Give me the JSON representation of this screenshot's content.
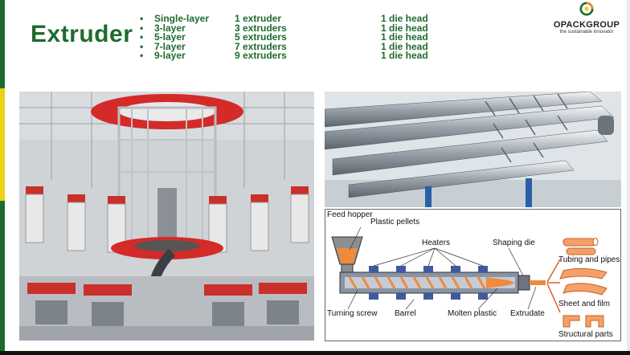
{
  "slide": {
    "title": "Extruder",
    "brand": {
      "name": "OPACKGROUP",
      "tagline": "the sustainable innovator"
    },
    "specs": [
      {
        "layers": "Single-layer",
        "extruders": "1 extruder",
        "die": "1 die head"
      },
      {
        "layers": "3-layer",
        "extruders": "3 extruders",
        "die": "1 die head"
      },
      {
        "layers": "5-layer",
        "extruders": "5 extruders",
        "die": "1 die head"
      },
      {
        "layers": "7-layer",
        "extruders": "7 extruders",
        "die": "1 die head"
      },
      {
        "layers": "9-layer",
        "extruders": "9 extruders",
        "die": "1 die head"
      }
    ],
    "diagram": {
      "feed_hopper": "Feed hopper",
      "plastic_pellets": "Plastic pellets",
      "heaters": "Heaters",
      "shaping_die": "Shaping die",
      "tubing": "Tubing and pipes",
      "sheet": "Sheet and film",
      "structural": "Structural parts",
      "turning_screw": "Turning screw",
      "barrel": "Barrel",
      "molten_plastic": "Molten plastic",
      "extrudate": "Extrudate"
    },
    "colors": {
      "brand_green": "#1e6b2f",
      "accent_yellow": "#e8d21a",
      "diagram_orange": "#f08a3c"
    }
  }
}
